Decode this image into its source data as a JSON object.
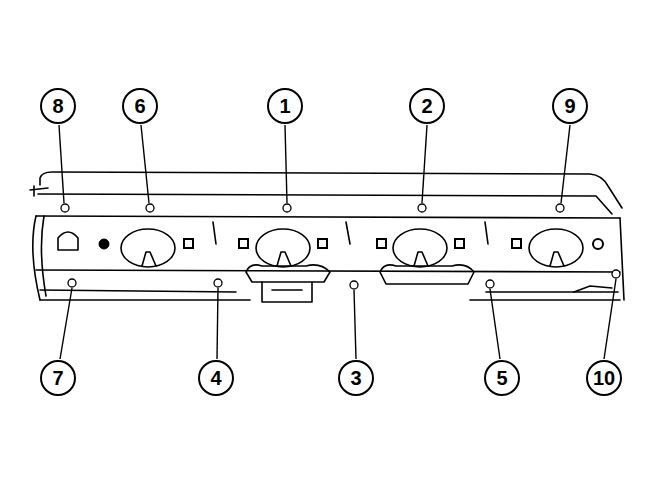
{
  "diagram": {
    "labels": [
      "8",
      "6",
      "1",
      "2",
      "9",
      "7",
      "4",
      "3",
      "5",
      "10"
    ]
  }
}
